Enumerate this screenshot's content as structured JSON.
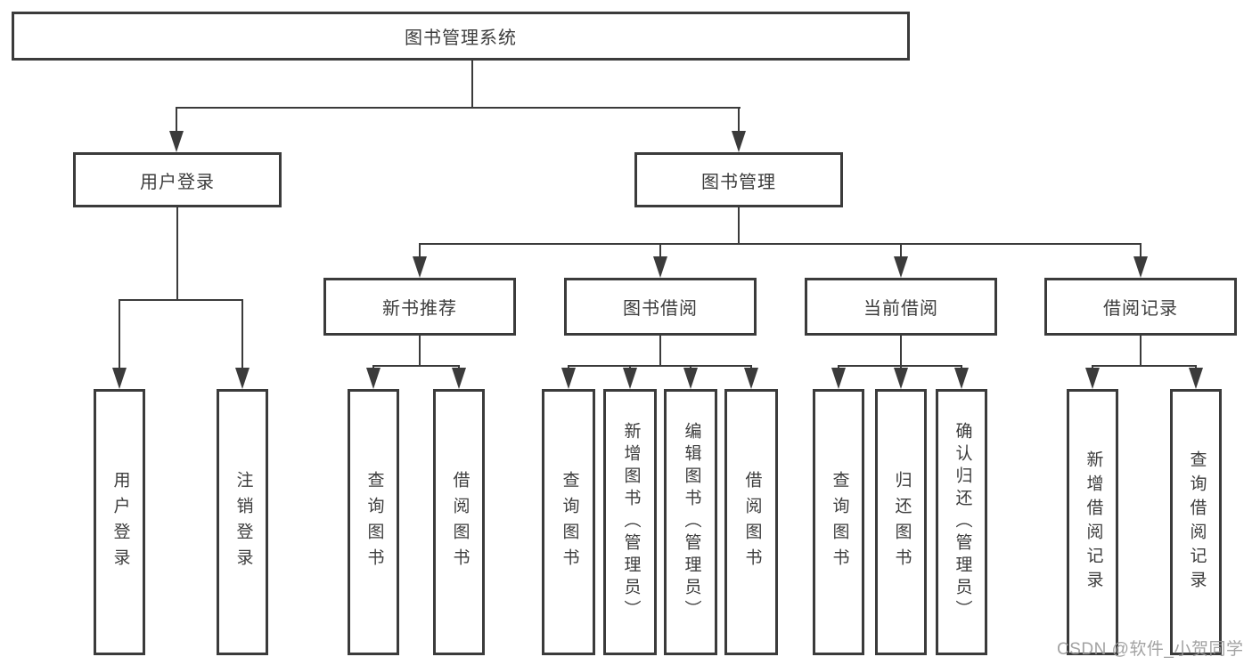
{
  "diagram": {
    "root": {
      "label": "图书管理系统"
    },
    "level2": [
      {
        "id": "user-login",
        "label": "用户登录"
      },
      {
        "id": "book-management",
        "label": "图书管理"
      }
    ],
    "level3": [
      {
        "id": "new-book-recommend",
        "label": "新书推荐"
      },
      {
        "id": "book-borrow",
        "label": "图书借阅"
      },
      {
        "id": "current-borrow",
        "label": "当前借阅"
      },
      {
        "id": "borrow-records",
        "label": "借阅记录"
      }
    ],
    "leaves": {
      "user_login": [
        {
          "label": "用户登录"
        },
        {
          "label": "注销登录"
        }
      ],
      "new_book_recommend": [
        {
          "label": "查询图书"
        },
        {
          "label": "借阅图书"
        }
      ],
      "book_borrow": [
        {
          "label": "查询图书"
        },
        {
          "label": "新增图书（管理员）"
        },
        {
          "label": "编辑图书（管理员）"
        },
        {
          "label": "借阅图书"
        }
      ],
      "current_borrow": [
        {
          "label": "查询图书"
        },
        {
          "label": "归还图书"
        },
        {
          "label": "确认归还（管理员）"
        }
      ],
      "borrow_records": [
        {
          "label": "新增借阅记录"
        },
        {
          "label": "查询借阅记录"
        }
      ]
    },
    "watermark": "CSDN @软件_小贺同学",
    "colors": {
      "line": "#3b3b3b",
      "text": "#3d3d3d",
      "watermark": "#9b9b9b",
      "background": "#ffffff"
    }
  }
}
